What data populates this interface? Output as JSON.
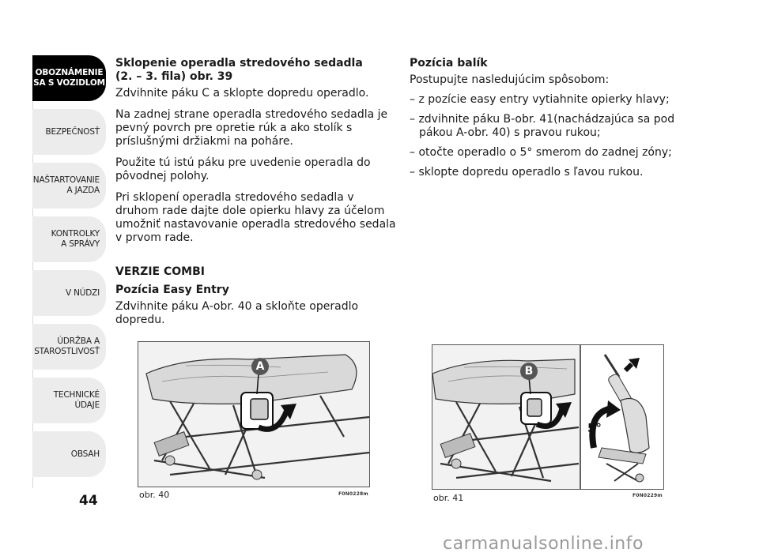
{
  "sidebar": {
    "items": [
      {
        "label": "OBOZNÁMENIE\nSA S VOZIDLOM",
        "active": true
      },
      {
        "label": "BEZPEČNOSŤ",
        "active": false
      },
      {
        "label": "NAŠTARTOVANIE\nA JAZDA",
        "active": false
      },
      {
        "label": "KONTROLKY\nA SPRÁVY",
        "active": false
      },
      {
        "label": "V NÚDZI",
        "active": false
      },
      {
        "label": "ÚDRŽBA A\nSTAROSTLIVOSŤ",
        "active": false
      },
      {
        "label": "TECHNICKÉ\nÚDAJE",
        "active": false
      },
      {
        "label": "OBSAH",
        "active": false
      }
    ]
  },
  "page_number": "44",
  "left_column": {
    "heading_line1": "Sklopenie operadla stredového sedadla",
    "heading_line2": "(2. – 3. fila) obr. 39",
    "p1": "Zdvihnite páku C a sklopte dopredu operadlo.",
    "p2": "Na zadnej strane operadla stredového sedadla je pevný povrch pre opretie rúk a ako stolík s príslušnými držiakmi na poháre.",
    "p3": "Použite tú istú páku pre uvedenie operadla do pôvodnej polohy.",
    "p4": "Pri sklopení operadla stredového sedadla v druhom rade dajte dole opierku hlavy za účelom umožniť nastavovanie operadla stredového sedala v prvom rade.",
    "section_title": "VERZIE COMBI",
    "subheading": "Pozícia Easy Entry",
    "p5": "Zdvihnite páku A-obr. 40 a skloňte operadlo dopredu."
  },
  "right_column": {
    "heading": "Pozícia balík",
    "intro": "Postupujte nasledujúcim spôsobom:",
    "steps": [
      "– z pozície easy entry vytiahnite opierky hlavy;",
      "– zdvihnite páku B-obr. 41(nachádzajúca sa pod pákou A-obr. 40) s pravou rukou;",
      "– otočte operadlo o 5° smerom do zadnej zóny;",
      "– sklopte dopredu operadlo s ľavou rukou."
    ]
  },
  "figure1": {
    "caption": "obr. 40",
    "code": "F0N0228m",
    "callout": "A"
  },
  "figure2": {
    "caption": "obr. 41",
    "code": "F0N0229m",
    "callout": "B",
    "angle_label": "5°"
  },
  "watermark": "carmanualsonline.info",
  "colors": {
    "active_tab": "#000000",
    "tab": "#ececec",
    "callout": "#555555"
  }
}
